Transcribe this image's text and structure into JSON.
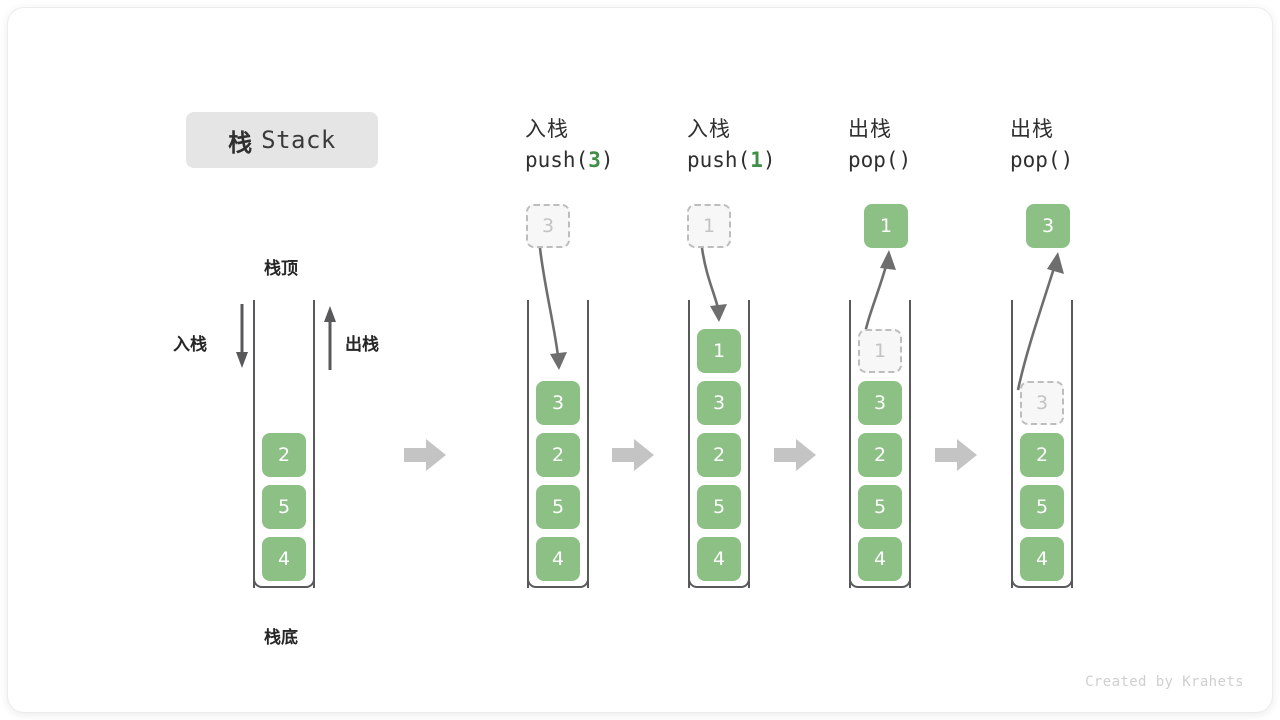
{
  "title": {
    "cn": "栈",
    "en": "Stack"
  },
  "annotations": {
    "top": "栈顶",
    "bottom": "栈底",
    "push_side": "入栈",
    "pop_side": "出栈"
  },
  "credit": "Created by Krahets",
  "colors": {
    "element": "#8cc085",
    "element_text": "#ffffff",
    "ghost_fill": "#f7f7f7",
    "ghost_border": "#bdbdbd",
    "ghost_text": "#c3c3c3",
    "wall": "#59595c",
    "badge_bg": "#e5e5e5",
    "flow_arrow": "#c4c4c4",
    "motion_arrow": "#6e6e6e",
    "code_arg": "#3f8f47",
    "credit_text": "#cfcfcf"
  },
  "steps": [
    {
      "id": "initial",
      "op_cn": "",
      "code_prefix": "",
      "code_arg": "",
      "code_suffix": "",
      "stack_bottom_to_top": [
        "4",
        "5",
        "2"
      ],
      "ghost_in_stack": null,
      "floating": null
    },
    {
      "id": "push-3",
      "op_cn": "入栈",
      "code_prefix": "push(",
      "code_arg": "3",
      "code_suffix": ")",
      "stack_bottom_to_top": [
        "4",
        "5",
        "2",
        "3"
      ],
      "ghost_in_stack": null,
      "floating": {
        "value": "3",
        "style": "ghost"
      }
    },
    {
      "id": "push-1",
      "op_cn": "入栈",
      "code_prefix": "push(",
      "code_arg": "1",
      "code_suffix": ")",
      "stack_bottom_to_top": [
        "4",
        "5",
        "2",
        "3",
        "1"
      ],
      "ghost_in_stack": null,
      "floating": {
        "value": "1",
        "style": "ghost"
      }
    },
    {
      "id": "pop-1",
      "op_cn": "出栈",
      "code_prefix": "pop(",
      "code_arg": "",
      "code_suffix": ")",
      "stack_bottom_to_top": [
        "4",
        "5",
        "2",
        "3"
      ],
      "ghost_in_stack": "1",
      "floating": {
        "value": "1",
        "style": "solid"
      }
    },
    {
      "id": "pop-2",
      "op_cn": "出栈",
      "code_prefix": "pop(",
      "code_arg": "",
      "code_suffix": ")",
      "stack_bottom_to_top": [
        "4",
        "5",
        "2"
      ],
      "ghost_in_stack": "3",
      "floating": {
        "value": "3",
        "style": "solid"
      }
    }
  ],
  "flow_arrow_count": 4
}
